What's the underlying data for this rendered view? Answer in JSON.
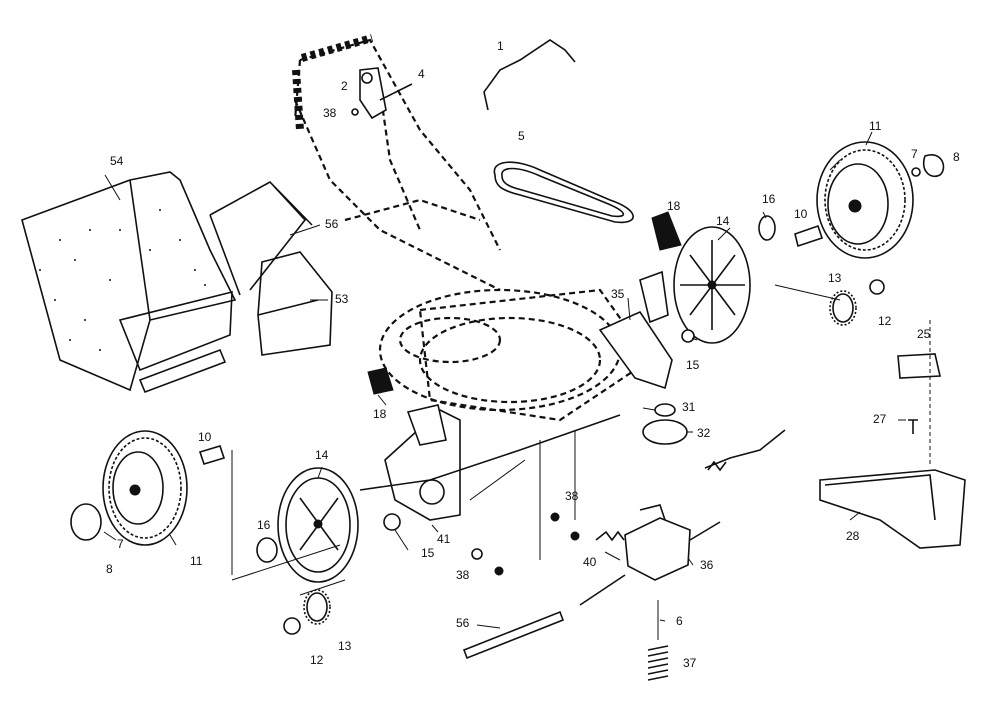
{
  "colors": {
    "ink": "#111111",
    "paper": "#ffffff"
  },
  "callouts": {
    "c1": "1",
    "c2": "2",
    "c4": "4",
    "c38_top": "38",
    "c5": "5",
    "c54": "54",
    "c56_bag": "56",
    "c53": "53",
    "c18_right": "18",
    "c14_right": "14",
    "c16_right": "16",
    "c10_right": "10",
    "c11_right": "11",
    "c7_right": "7",
    "c8_right": "8",
    "c35": "35",
    "c13_right": "13",
    "c12_right": "12",
    "c15_right": "15",
    "c25": "25",
    "c18_left": "18",
    "c31": "31",
    "c32": "32",
    "c27": "27",
    "c10_left": "10",
    "c14_left": "14",
    "c38_mid": "38",
    "c41": "41",
    "c16_left": "16",
    "c15_left": "15",
    "c7_left": "7",
    "c8_left": "8",
    "c11_left": "11",
    "c38_bottom": "38",
    "c40": "40",
    "c36": "36",
    "c28": "28",
    "c56_rod": "56",
    "c6": "6",
    "c13_left": "13",
    "c12_left": "12",
    "c37": "37"
  }
}
